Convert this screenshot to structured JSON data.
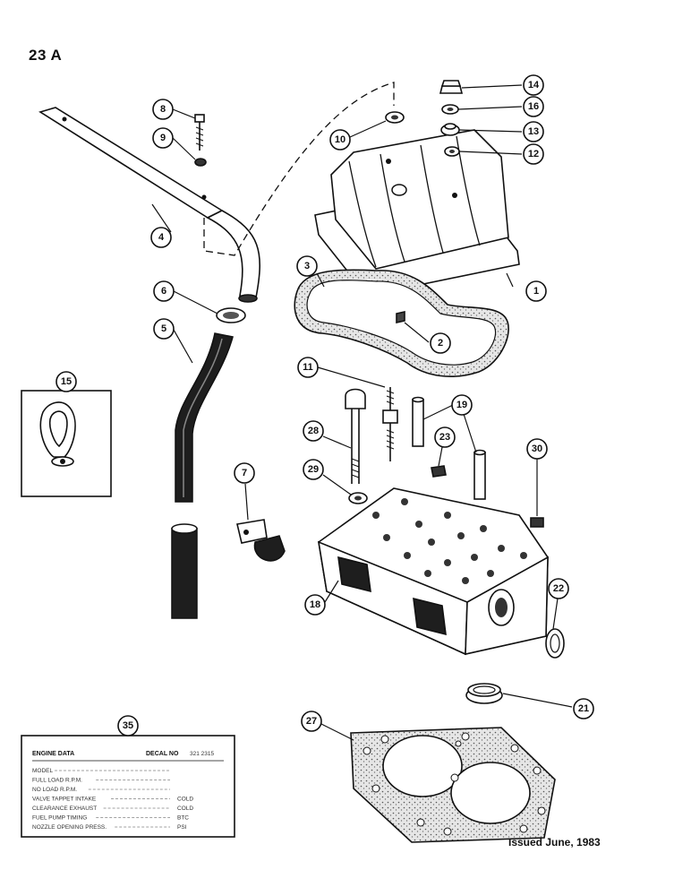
{
  "page_label": "23 A",
  "issued": "Issued June, 1983",
  "callouts": [
    "1",
    "2",
    "3",
    "4",
    "5",
    "6",
    "7",
    "8",
    "9",
    "10",
    "11",
    "12",
    "13",
    "14",
    "15",
    "16",
    "18",
    "19",
    "21",
    "22",
    "23",
    "27",
    "28",
    "29",
    "30",
    "35"
  ],
  "decal": {
    "title": "ENGINE DATA",
    "decal_no_label": "DECAL NO",
    "decal_no": "321 2315",
    "rows": [
      {
        "label": "MODEL",
        "unit": ""
      },
      {
        "label": "FULL LOAD R.P.M.",
        "unit": ""
      },
      {
        "label": "NO LOAD R.P.M.",
        "unit": ""
      },
      {
        "label": "VALVE TAPPET  INTAKE",
        "unit": "COLD"
      },
      {
        "label": "CLEARANCE  EXHAUST",
        "unit": "COLD"
      },
      {
        "label": "FUEL PUMP TIMING",
        "unit": "BTC"
      },
      {
        "label": "NOZZLE OPENING PRESS.",
        "unit": "PSI"
      }
    ]
  },
  "colors": {
    "ink": "#111111",
    "paper": "#ffffff",
    "shade": "#2a2a2a",
    "gasket_fill": "#d8d8d8"
  }
}
